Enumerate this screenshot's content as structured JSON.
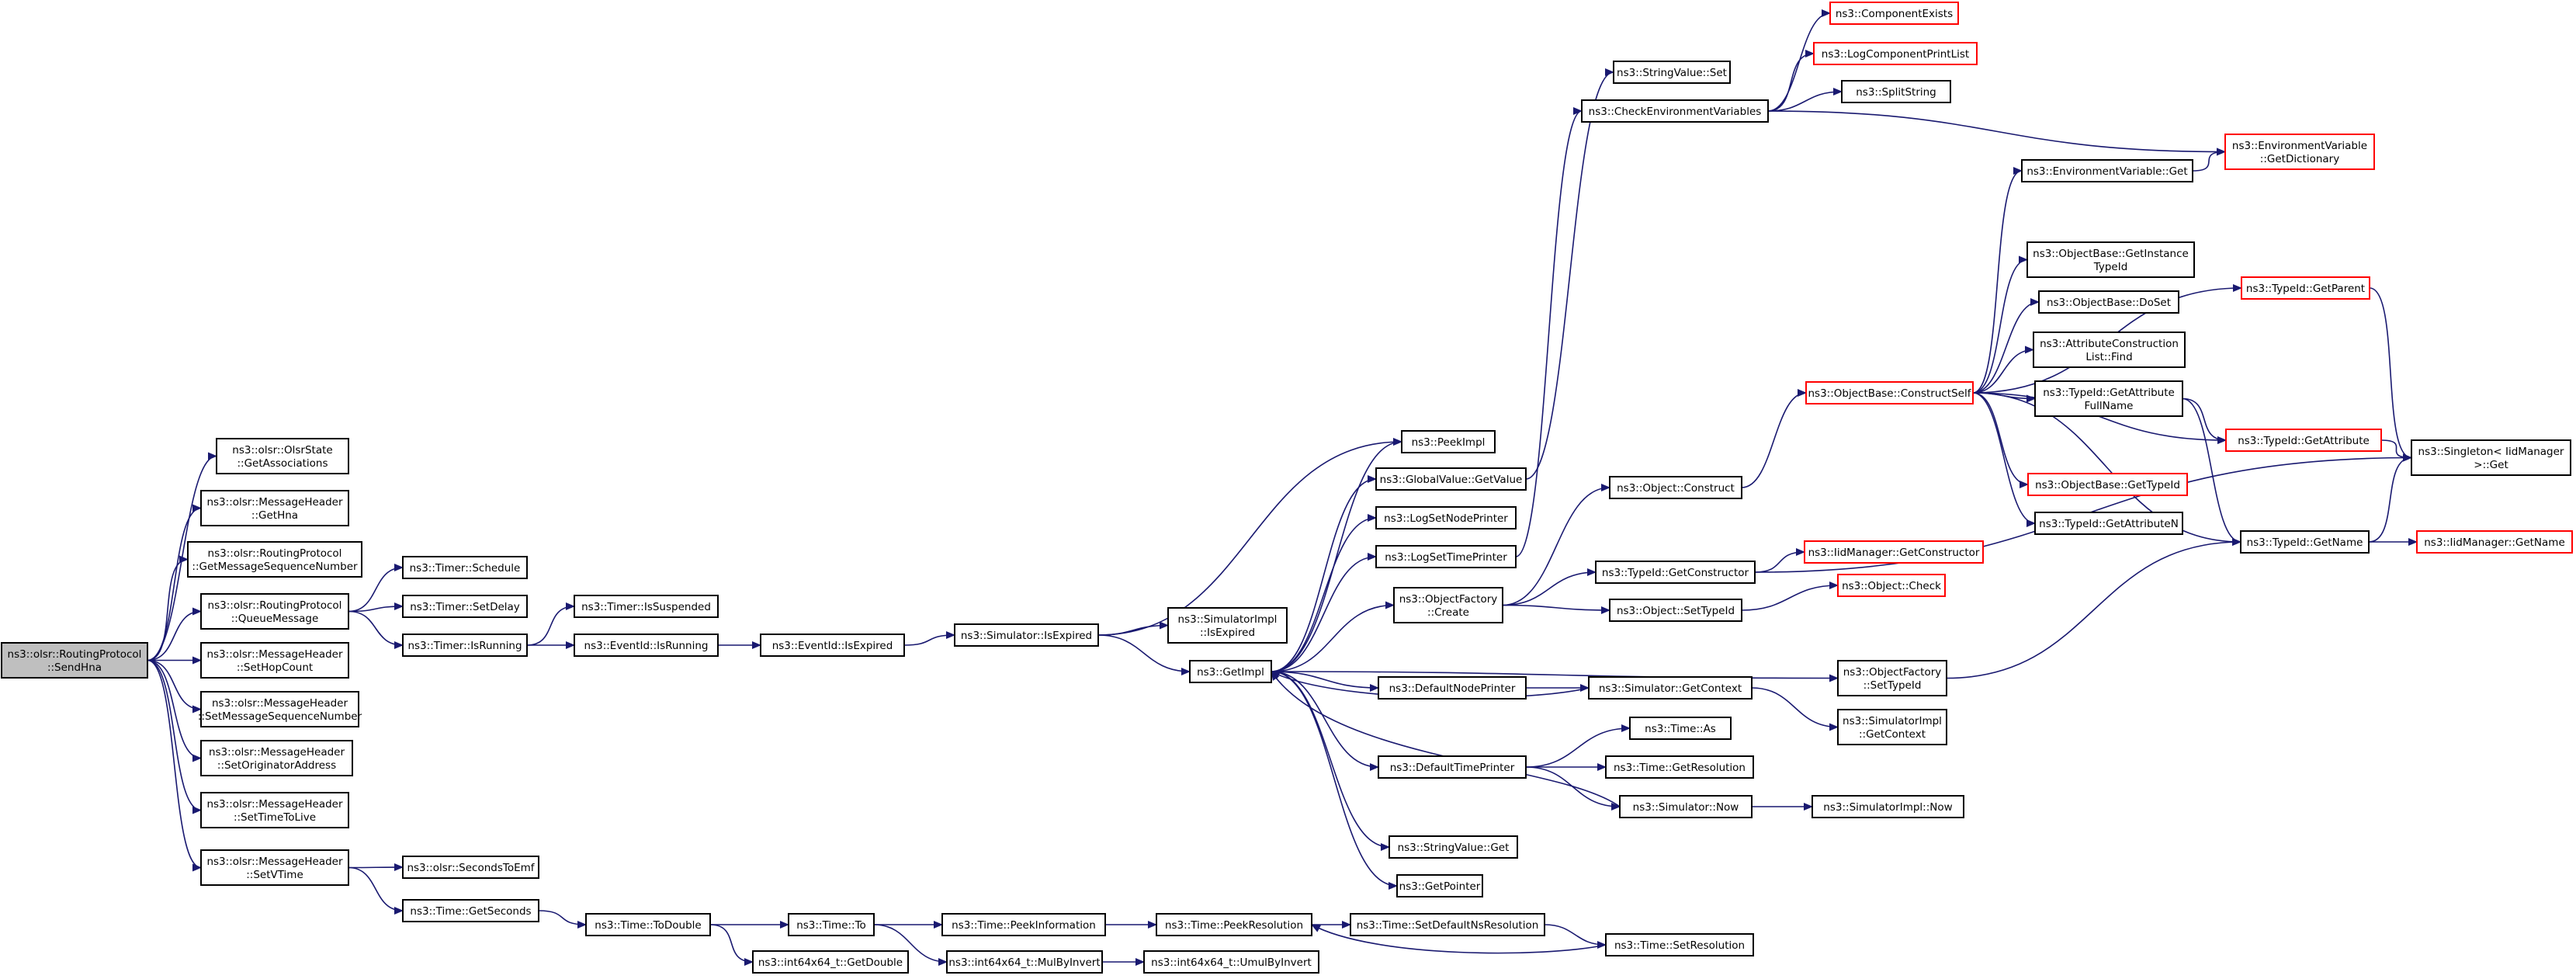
{
  "colors": {
    "root_fill": "#bfbfbf",
    "node_fill": "#ffffff",
    "node_border": "#000000",
    "truncated_border": "#ff0000",
    "edge": "#191970"
  },
  "nodes": {
    "sendhna": {
      "lines": [
        "ns3::olsr::RoutingProtocol",
        "::SendHna"
      ],
      "style": "root"
    },
    "getassoc": {
      "lines": [
        "ns3::olsr::OlsrState",
        "::GetAssociations"
      ],
      "style": "normal"
    },
    "gethna": {
      "lines": [
        "ns3::olsr::MessageHeader",
        "::GetHna"
      ],
      "style": "normal"
    },
    "getmsgseq": {
      "lines": [
        "ns3::olsr::RoutingProtocol",
        "::GetMessageSequenceNumber"
      ],
      "style": "normal"
    },
    "queuemsg": {
      "lines": [
        "ns3::olsr::RoutingProtocol",
        "::QueueMessage"
      ],
      "style": "normal"
    },
    "sethop": {
      "lines": [
        "ns3::olsr::MessageHeader",
        "::SetHopCount"
      ],
      "style": "normal"
    },
    "setmsgseq": {
      "lines": [
        "ns3::olsr::MessageHeader",
        "::SetMessageSequenceNumber"
      ],
      "style": "normal"
    },
    "setorig": {
      "lines": [
        "ns3::olsr::MessageHeader",
        "::SetOriginatorAddress"
      ],
      "style": "normal"
    },
    "setttl": {
      "lines": [
        "ns3::olsr::MessageHeader",
        "::SetTimeToLive"
      ],
      "style": "normal"
    },
    "setvtime": {
      "lines": [
        "ns3::olsr::MessageHeader",
        "::SetVTime"
      ],
      "style": "normal"
    },
    "schedule": {
      "lines": [
        "ns3::Timer::Schedule"
      ],
      "style": "normal"
    },
    "setdelay": {
      "lines": [
        "ns3::Timer::SetDelay"
      ],
      "style": "normal"
    },
    "timerisrunning": {
      "lines": [
        "ns3::Timer::IsRunning"
      ],
      "style": "normal"
    },
    "issuspended": {
      "lines": [
        "ns3::Timer::IsSuspended"
      ],
      "style": "normal"
    },
    "eventisrunning": {
      "lines": [
        "ns3::EventId::IsRunning"
      ],
      "style": "normal"
    },
    "eventisexpired": {
      "lines": [
        "ns3::EventId::IsExpired"
      ],
      "style": "normal"
    },
    "simisexpired": {
      "lines": [
        "ns3::Simulator::IsExpired"
      ],
      "style": "normal"
    },
    "simimplisexpired": {
      "lines": [
        "ns3::SimulatorImpl",
        "::IsExpired"
      ],
      "style": "normal"
    },
    "secondstoemf": {
      "lines": [
        "ns3::olsr::SecondsToEmf"
      ],
      "style": "normal"
    },
    "getseconds": {
      "lines": [
        "ns3::Time::GetSeconds"
      ],
      "style": "normal"
    },
    "todouble": {
      "lines": [
        "ns3::Time::ToDouble"
      ],
      "style": "normal"
    },
    "timeto": {
      "lines": [
        "ns3::Time::To"
      ],
      "style": "normal"
    },
    "getdouble": {
      "lines": [
        "ns3::int64x64_t::GetDouble"
      ],
      "style": "normal"
    },
    "peekinfo": {
      "lines": [
        "ns3::Time::PeekInformation"
      ],
      "style": "normal"
    },
    "mulbyinvert": {
      "lines": [
        "ns3::int64x64_t::MulByInvert"
      ],
      "style": "normal"
    },
    "umulbyinvert": {
      "lines": [
        "ns3::int64x64_t::UmulByInvert"
      ],
      "style": "normal"
    },
    "peekres": {
      "lines": [
        "ns3::Time::PeekResolution"
      ],
      "style": "normal"
    },
    "setdefns": {
      "lines": [
        "ns3::Time::SetDefaultNsResolution"
      ],
      "style": "normal"
    },
    "setres": {
      "lines": [
        "ns3::Time::SetResolution"
      ],
      "style": "normal"
    },
    "getimpl": {
      "lines": [
        "ns3::GetImpl"
      ],
      "style": "normal"
    },
    "peekimpl": {
      "lines": [
        "ns3::PeekImpl"
      ],
      "style": "normal"
    },
    "globalgetvalue": {
      "lines": [
        "ns3::GlobalValue::GetValue"
      ],
      "style": "normal"
    },
    "logsetnode": {
      "lines": [
        "ns3::LogSetNodePrinter"
      ],
      "style": "normal"
    },
    "logsettime": {
      "lines": [
        "ns3::LogSetTimePrinter"
      ],
      "style": "normal"
    },
    "objfactcreate": {
      "lines": [
        "ns3::ObjectFactory",
        "::Create"
      ],
      "style": "normal"
    },
    "defnodeprinter": {
      "lines": [
        "ns3::DefaultNodePrinter"
      ],
      "style": "normal"
    },
    "deftimeprinter": {
      "lines": [
        "ns3::DefaultTimePrinter"
      ],
      "style": "normal"
    },
    "strvalget": {
      "lines": [
        "ns3::StringValue::Get"
      ],
      "style": "normal"
    },
    "getpointer": {
      "lines": [
        "ns3::GetPointer"
      ],
      "style": "normal"
    },
    "strvalset": {
      "lines": [
        "ns3::StringValue::Set"
      ],
      "style": "normal"
    },
    "checkenv": {
      "lines": [
        "ns3::CheckEnvironmentVariables"
      ],
      "style": "normal"
    },
    "compexists": {
      "lines": [
        "ns3::ComponentExists"
      ],
      "style": "truncated"
    },
    "logcompprint": {
      "lines": [
        "ns3::LogComponentPrintList"
      ],
      "style": "truncated"
    },
    "splitstring": {
      "lines": [
        "ns3::SplitString"
      ],
      "style": "normal"
    },
    "envget": {
      "lines": [
        "ns3::EnvironmentVariable::Get"
      ],
      "style": "normal"
    },
    "envgetdict": {
      "lines": [
        "ns3::EnvironmentVariable",
        "::GetDictionary"
      ],
      "style": "truncated"
    },
    "objconstruct": {
      "lines": [
        "ns3::Object::Construct"
      ],
      "style": "normal"
    },
    "constructself": {
      "lines": [
        "ns3::ObjectBase::ConstructSelf"
      ],
      "style": "truncated"
    },
    "typeidgetconstructor": {
      "lines": [
        "ns3::TypeId::GetConstructor"
      ],
      "style": "normal"
    },
    "objsettypeid": {
      "lines": [
        "ns3::Object::SetTypeId"
      ],
      "style": "normal"
    },
    "objfactsettypeid": {
      "lines": [
        "ns3::ObjectFactory",
        "::SetTypeId"
      ],
      "style": "normal"
    },
    "simgetcontext": {
      "lines": [
        "ns3::Simulator::GetContext"
      ],
      "style": "normal"
    },
    "timeas": {
      "lines": [
        "ns3::Time::As"
      ],
      "style": "normal"
    },
    "timegetres": {
      "lines": [
        "ns3::Time::GetResolution"
      ],
      "style": "normal"
    },
    "simnow": {
      "lines": [
        "ns3::Simulator::Now"
      ],
      "style": "normal"
    },
    "simimplnow": {
      "lines": [
        "ns3::SimulatorImpl::Now"
      ],
      "style": "normal"
    },
    "simimplgetcontext": {
      "lines": [
        "ns3::SimulatorImpl",
        "::GetContext"
      ],
      "style": "normal"
    },
    "iidmgrgetconstructor": {
      "lines": [
        "ns3::IidManager::GetConstructor"
      ],
      "style": "truncated"
    },
    "objcheck": {
      "lines": [
        "ns3::Object::Check"
      ],
      "style": "truncated"
    },
    "getinstancetypeid": {
      "lines": [
        "ns3::ObjectBase::GetInstance",
        "TypeId"
      ],
      "style": "normal"
    },
    "doset": {
      "lines": [
        "ns3::ObjectBase::DoSet"
      ],
      "style": "normal"
    },
    "attrconstfind": {
      "lines": [
        "ns3::AttributeConstruction",
        "List::Find"
      ],
      "style": "normal"
    },
    "getattrfullname": {
      "lines": [
        "ns3::TypeId::GetAttribute",
        "FullName"
      ],
      "style": "normal"
    },
    "objbasegettypeid": {
      "lines": [
        "ns3::ObjectBase::GetTypeId"
      ],
      "style": "truncated"
    },
    "getattrn": {
      "lines": [
        "ns3::TypeId::GetAttributeN"
      ],
      "style": "normal"
    },
    "getparent": {
      "lines": [
        "ns3::TypeId::GetParent"
      ],
      "style": "truncated"
    },
    "getattribute": {
      "lines": [
        "ns3::TypeId::GetAttribute"
      ],
      "style": "truncated"
    },
    "typeidgetname": {
      "lines": [
        "ns3::TypeId::GetName"
      ],
      "style": "normal"
    },
    "singletonget": {
      "lines": [
        "ns3::Singleton< IidManager",
        " >::Get"
      ],
      "style": "normal"
    },
    "iidmgrgetname": {
      "lines": [
        "ns3::IidManager::GetName"
      ],
      "style": "truncated"
    }
  }
}
